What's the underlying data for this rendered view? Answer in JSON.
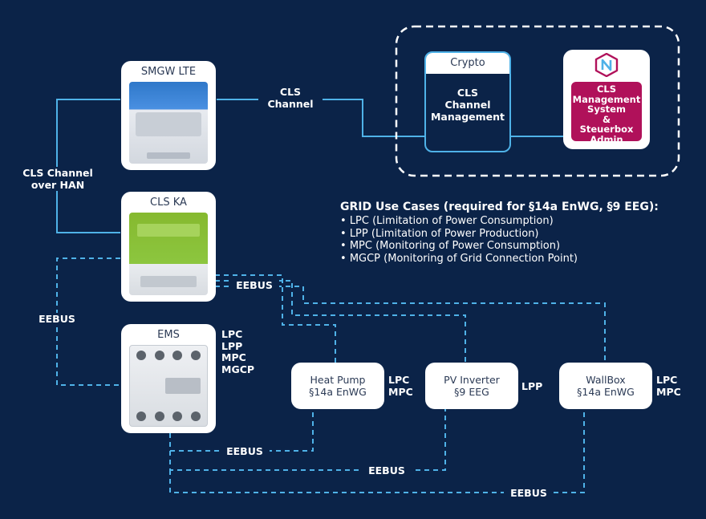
{
  "devices": {
    "smgw": {
      "title": "SMGW LTE"
    },
    "clska": {
      "title": "CLS KA"
    },
    "ems": {
      "title": "EMS",
      "tags": [
        "LPC",
        "LPP",
        "MPC",
        "MGCP"
      ]
    }
  },
  "labels": {
    "cls_channel": "CLS\nChannel",
    "cls_han": "CLS Channel\nover HAN",
    "eebus_left": "EEBUS",
    "eebus_mid": "EEBUS",
    "eebus_b1": "EEBUS",
    "eebus_b2": "EEBUS",
    "eebus_b3": "EEBUS"
  },
  "crypto": {
    "header": "Crypto",
    "body": "CLS\nChannel\nManagement"
  },
  "cls_ms": {
    "text": "CLS\nManagement\nSystem\n&\nSteuerbox\nAdmin"
  },
  "nodes": {
    "heat_pump": {
      "text": "Heat Pump\n§14a EnWG",
      "tags": [
        "LPC",
        "MPC"
      ]
    },
    "pv_inverter": {
      "text": "PV Inverter\n§9 EEG",
      "tags": [
        "LPP"
      ]
    },
    "wallbox": {
      "text": "WallBox\n§14a EnWG",
      "tags": [
        "LPC",
        "MPC"
      ]
    }
  },
  "grid": {
    "title": "GRID Use Cases (required for §14a EnWG, §9 EEG):",
    "items": [
      "LPC (Limitation of Power Consumption)",
      "LPP (Limitation of Power Production)",
      "MPC (Monitoring of Power Consumption)",
      "MGCP (Monitoring of Grid Connection Point)"
    ]
  },
  "colors": {
    "background": "#0b2348",
    "line": "#4fb2e8",
    "accent": "#b0115a"
  },
  "icons": {
    "logo": "cls-logo-icon"
  }
}
